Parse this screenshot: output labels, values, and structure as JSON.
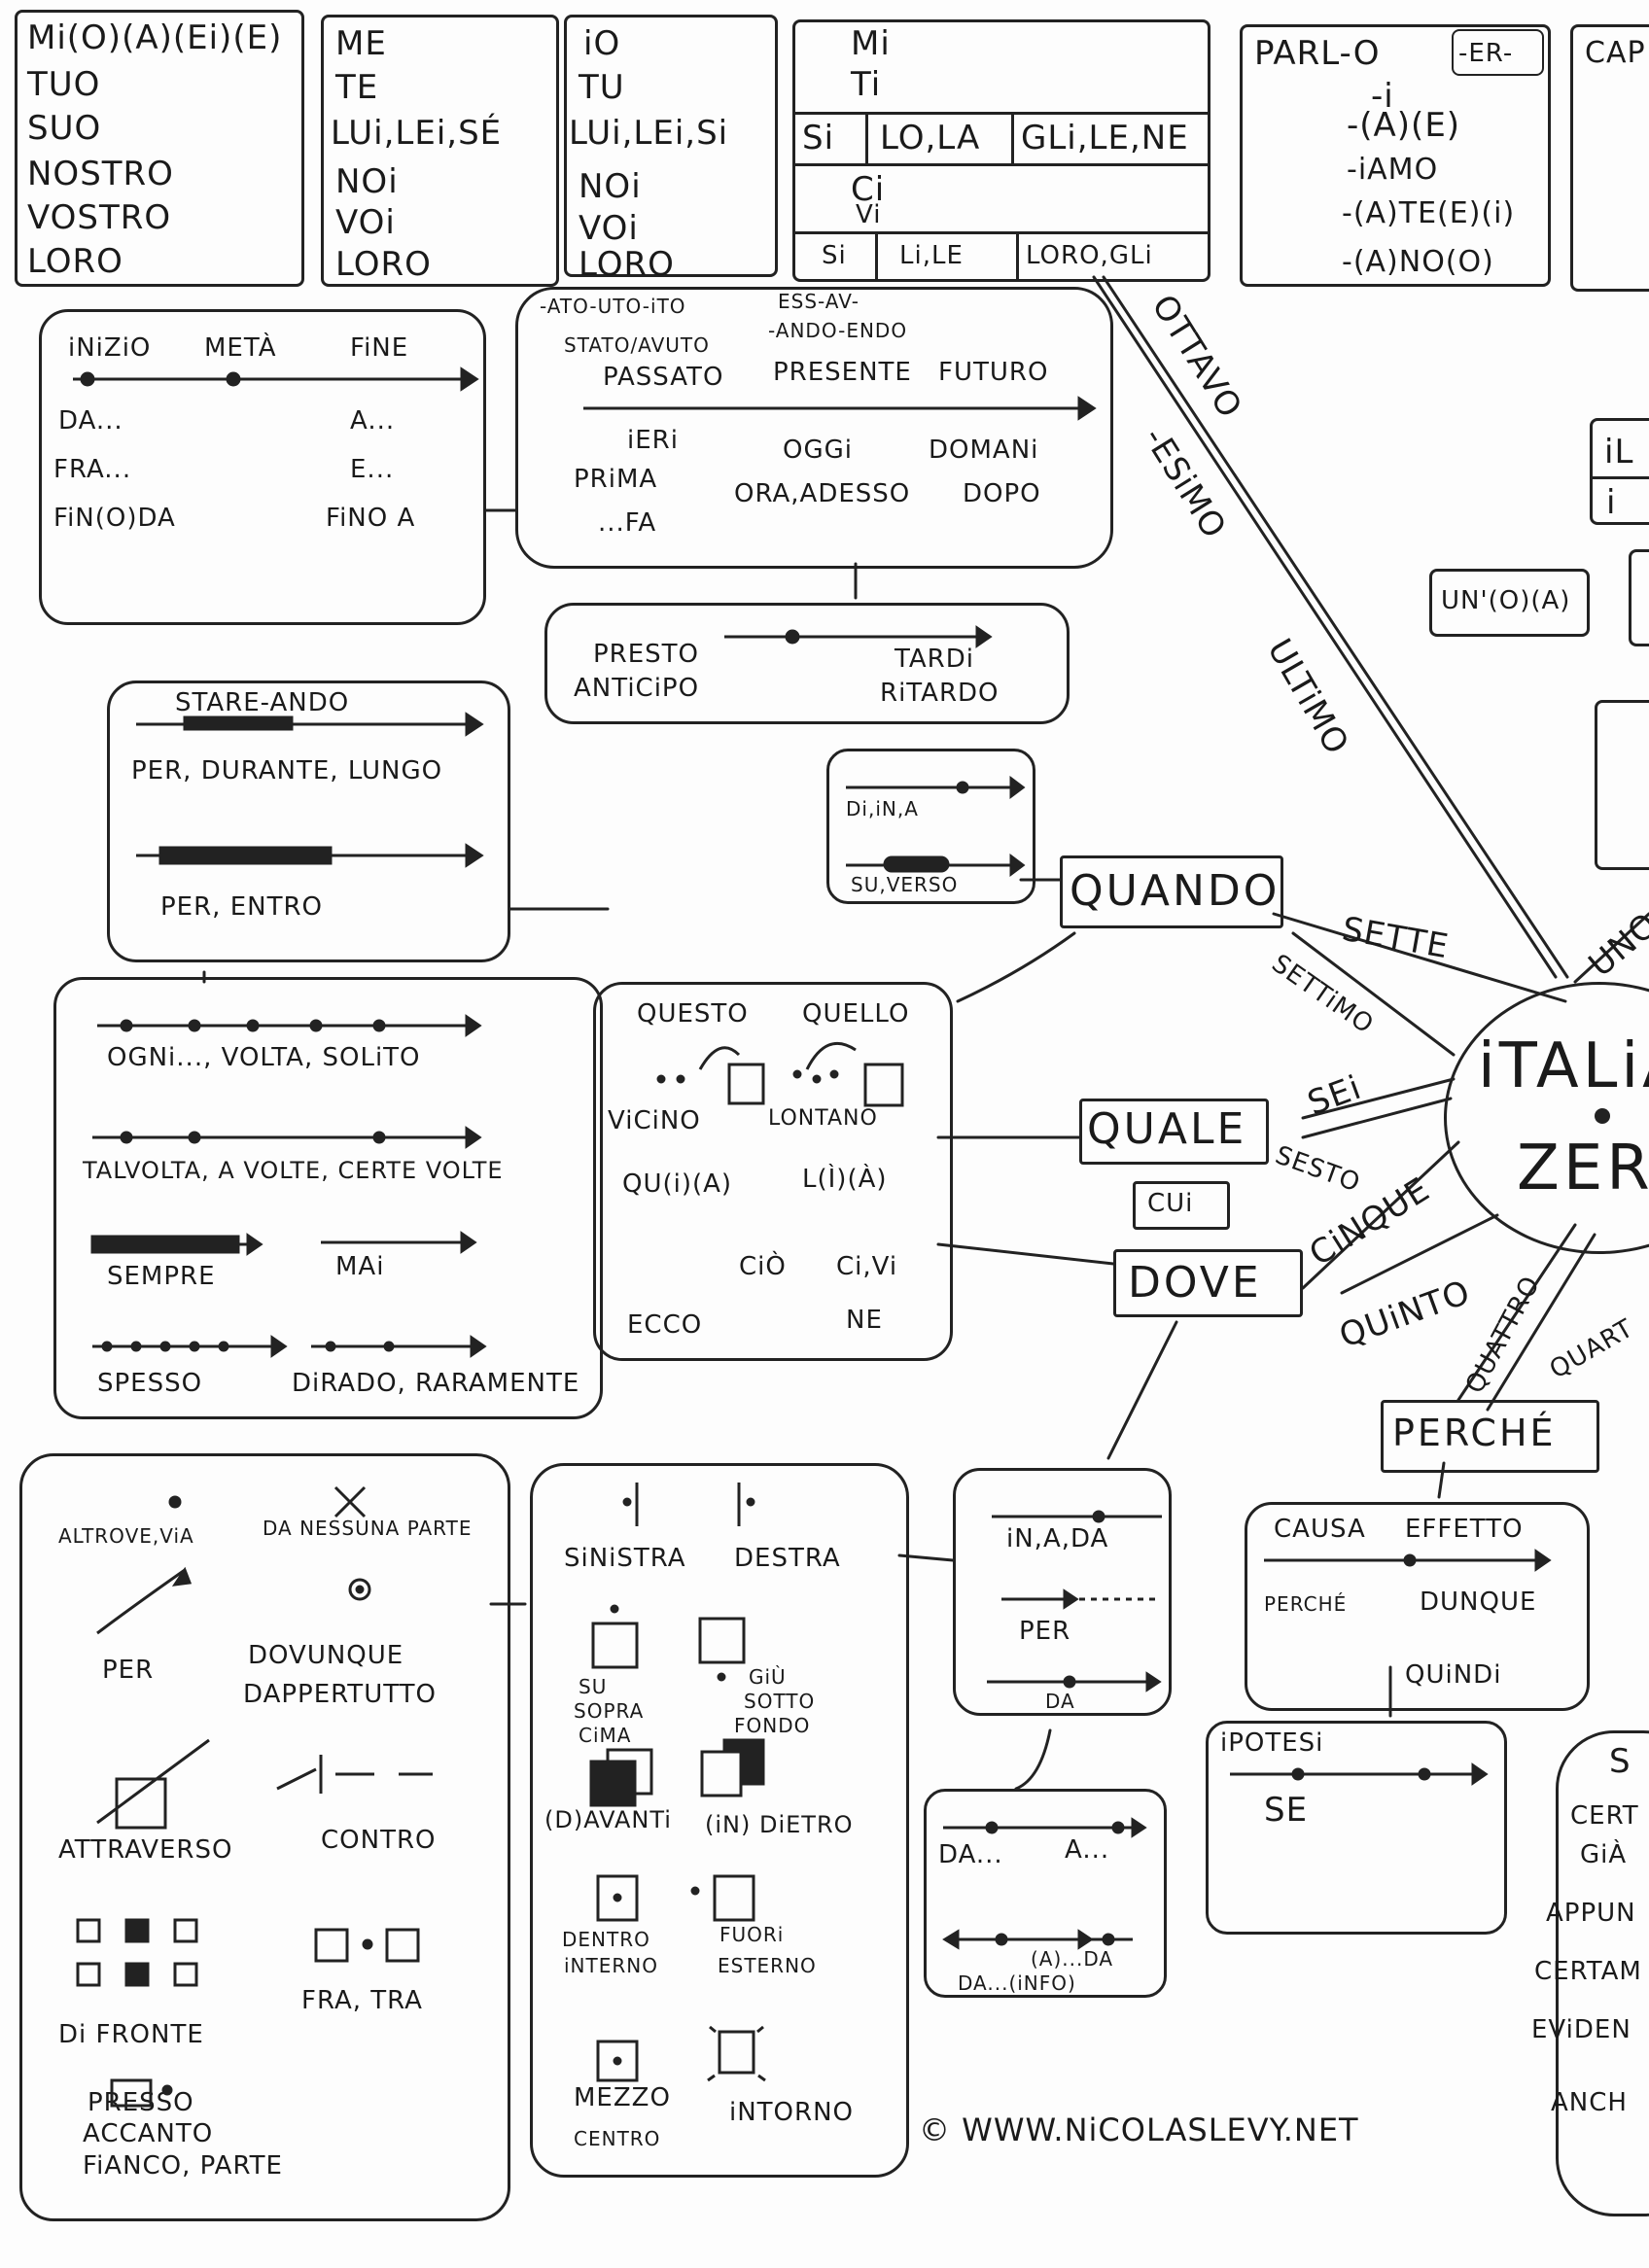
{
  "pron_box1": [
    "Mi(O)(A)(Ei)(E)",
    "TUO",
    "SUO",
    "NOSTRO",
    "VOSTRO",
    "LORO"
  ],
  "pron_box2": [
    "ME",
    "TE",
    "LUi,LEi,SÉ",
    "NOi",
    "VOi",
    "LORO"
  ],
  "pron_box3": [
    "iO",
    "TU",
    "LUi,LEi,Si",
    "NOi",
    "VOi",
    "LORO"
  ],
  "clitic_box": {
    "top": [
      "Mi",
      "Ti"
    ],
    "row1": [
      "Si",
      "LO,LA",
      "GLi,LE,NE"
    ],
    "mid": [
      "Ci",
      "Vi"
    ],
    "row2": [
      "Si",
      "Li,LE",
      "LORO,GLi"
    ]
  },
  "verb_box": {
    "stem": "PARL-O",
    "tag": "-ER-",
    "endings": [
      "-i",
      "-(A)(E)",
      "-iAMO",
      "-(A)TE(E)(i)",
      "-(A)NO(O)"
    ]
  },
  "cut_box": "CAP",
  "time_range": {
    "labels": [
      "iNiZiO",
      "METÀ",
      "FiNE"
    ],
    "left": [
      "DA...",
      "FRA...",
      "FiN(O)DA"
    ],
    "right": [
      "A...",
      "E...",
      "FiNO A"
    ]
  },
  "tense_box": {
    "top1": "-ATO-UTO-iTO",
    "top2": "STATO/AVUTO",
    "top3": "ESS-AV-",
    "top4": "-ANDO-ENDO",
    "line": [
      "PASSATO",
      "PRESENTE",
      "FUTURO"
    ],
    "row": [
      "iERi",
      "OGGi",
      "DOMANi"
    ],
    "row2": [
      "PRiMA",
      "ORA,ADESSO",
      "DOPO"
    ],
    "fa": "...FA"
  },
  "presto": {
    "a": "PRESTO",
    "b": "ANTiCiPO",
    "c": "TARDi",
    "d": "RiTARDO"
  },
  "durata": {
    "top": "STARE-ANDO",
    "a": "PER, DURANTE, LUNGO",
    "b": "PER, ENTRO"
  },
  "di_in": {
    "a": "Di,iN,A",
    "b": "SU,VERSO"
  },
  "freq": {
    "a": "OGNi..., VOLTA, SOLiTO",
    "b": "TALVOLTA, A VOLTE, CERTE VOLTE",
    "c": "SEMPRE",
    "d": "MAi",
    "e": "SPESSO",
    "f": "DiRADO, RARAMENTE"
  },
  "demo": {
    "questo": "QUESTO",
    "quello": "QUELLO",
    "vicino": "ViCiNO",
    "lontano": "LONTANO",
    "qui": "QU(i)(A)",
    "li": "L(Ì)(À)",
    "cio": "CiÒ",
    "civi": "Ci,Vi",
    "ecco": "ECCO",
    "ne": "NE"
  },
  "q_words": {
    "quando": "QUANDO",
    "quale": "QUALE",
    "cui": "CUi",
    "dove": "DOVE",
    "perche": "PERCHÉ"
  },
  "spokes": {
    "sette": "SETTE",
    "settimo": "SETTiMO",
    "sei": "SEi",
    "sesto": "SESTO",
    "cinque": "CiNQUE",
    "quinto": "QUiNTO",
    "quattro": "QUATTRO",
    "quart": "QUART",
    "uno": "UNO",
    "ottavo": "OTTAVO",
    "esimo": "-ESiMO",
    "ultimo": "ULTiMO"
  },
  "hub": {
    "a": "iTALiA",
    "b": "ZER"
  },
  "articles": {
    "il": "iL",
    "i": "i",
    "un": "UN'(O)(A)"
  },
  "places": {
    "altrove": "ALTROVE,ViA",
    "danessuna": "DA NESSUNA PARTE",
    "per": "PER",
    "dovunque": "DOVUNQUE",
    "dappertutto": "DAPPERTUTTO",
    "attraverso": "ATTRAVERSO",
    "contro": "CONTRO",
    "difronte": "Di FRONTE",
    "fratra": "FRA, TRA",
    "presso": "PRESSO",
    "accanto": "ACCANTO",
    "fianco": "FiANCO, PARTE"
  },
  "positions": {
    "sinistra": "SiNiSTRA",
    "destra": "DESTRA",
    "su": "SU",
    "sopra": "SOPRA",
    "cima": "CiMA",
    "giu": "GiÙ",
    "sotto": "SOTTO",
    "fondo": "FONDO",
    "avanti": "(D)AVANTi",
    "dietro": "(iN) DiETRO",
    "dentro": "DENTRO",
    "interno": "iNTERNO",
    "fuori": "FUORi",
    "esterno": "ESTERNO",
    "mezzo": "MEZZO",
    "centro": "CENTRO",
    "intorno": "iNTORNO"
  },
  "motion": {
    "a": "iN,A,DA",
    "b": "PER",
    "c": "DA"
  },
  "dara": {
    "a": "DA...",
    "b": "A...",
    "c": "(A)...DA",
    "d": "DA...(iNFO)"
  },
  "causa": {
    "a": "CAUSA",
    "b": "EFFETTO",
    "c": "PERCHÉ",
    "d": "DUNQUE",
    "e": "QUiNDi"
  },
  "ipotesi": {
    "a": "iPOTESi",
    "b": "SE"
  },
  "adverbs": [
    "S",
    "CERT",
    "GiÀ",
    "APPUN",
    "CERTAM",
    "EViDEN",
    "ANCH"
  ],
  "copyright": "© WWW.NiCOLASLEVY.NET",
  "colors": {
    "ink": "#222222",
    "paper": "#fdfdfd"
  }
}
